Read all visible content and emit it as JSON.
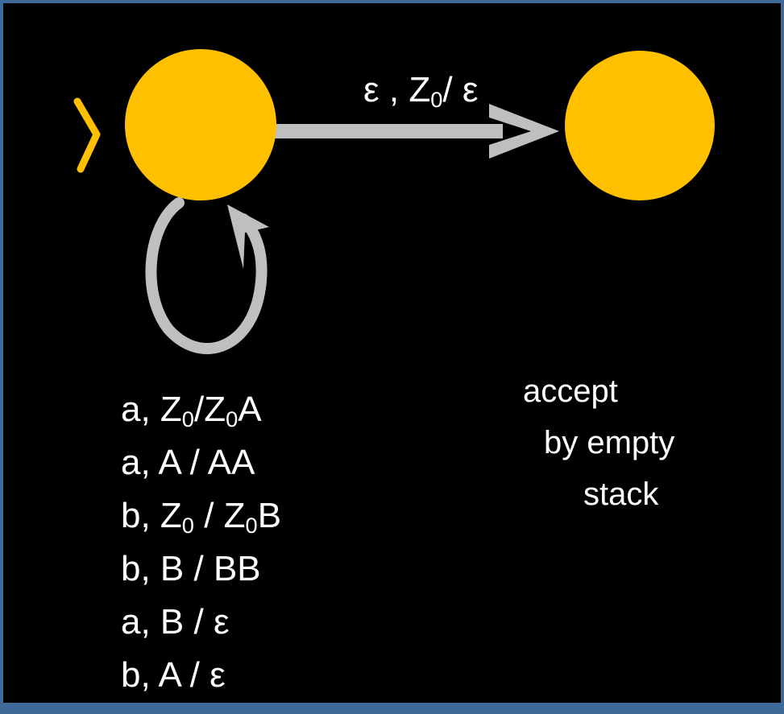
{
  "colors": {
    "background": "#000000",
    "border": "#3d6a99",
    "state": "#ffc000",
    "arrow": "#bfbfbf",
    "text": "#ffffff"
  },
  "edge_label": {
    "input": "ε",
    "sep": " , ",
    "stack_top": "Z",
    "stack_top_sub": "0",
    "push": "/ ε"
  },
  "loop_transitions": [
    {
      "pre": "a, Z",
      "sub1": "0",
      "mid": "/Z",
      "sub2": "0",
      "post": "A"
    },
    {
      "pre": "a, A / AA",
      "sub1": "",
      "mid": "",
      "sub2": "",
      "post": ""
    },
    {
      "pre": "b, Z",
      "sub1": "0",
      "mid": " / Z",
      "sub2": "0",
      "post": "B"
    },
    {
      "pre": "b, B / BB",
      "sub1": "",
      "mid": "",
      "sub2": "",
      "post": ""
    },
    {
      "pre": "a, B / ε",
      "sub1": "",
      "mid": "",
      "sub2": "",
      "post": ""
    },
    {
      "pre": "b, A / ε",
      "sub1": "",
      "mid": "",
      "sub2": "",
      "post": ""
    }
  ],
  "note": {
    "line1": "accept",
    "line2": "by empty",
    "line3": "stack"
  }
}
